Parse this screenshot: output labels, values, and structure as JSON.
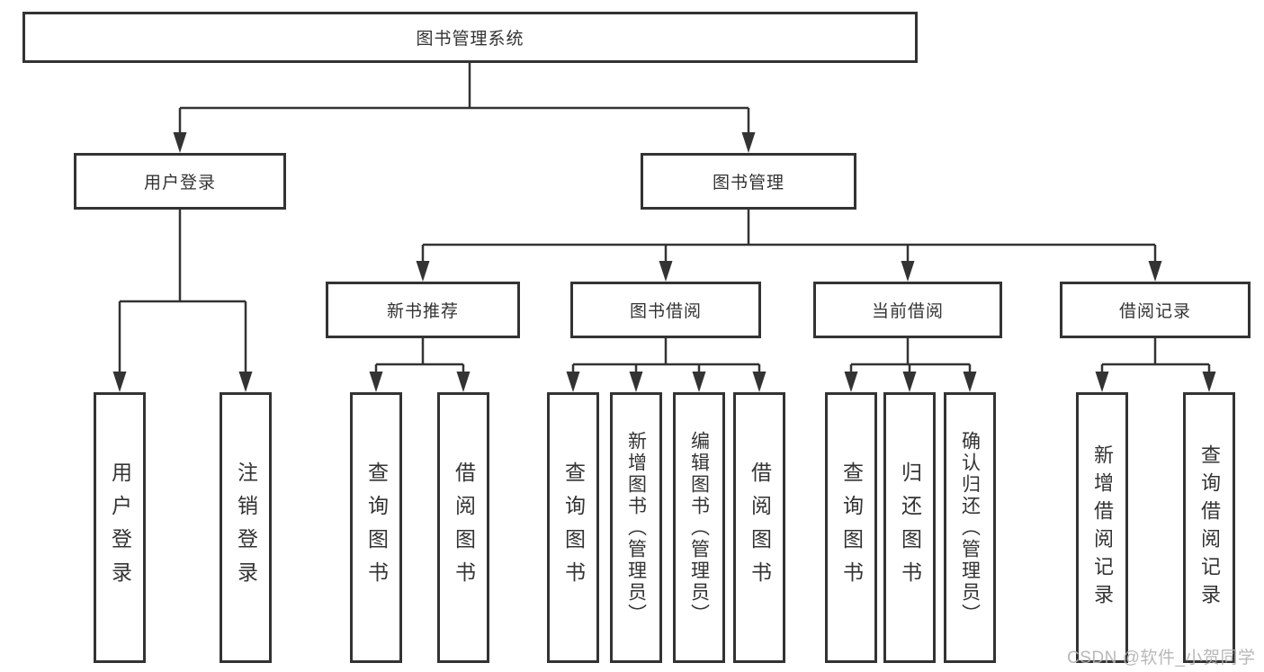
{
  "diagram": {
    "type": "hierarchy-flowchart",
    "colors": {
      "line": "#333333",
      "text": "#333333",
      "background": "#ffffff",
      "watermark": "#b2b2b2"
    },
    "nodes": {
      "root": {
        "label": "图书管理系统"
      },
      "user_login": {
        "label": "用户登录"
      },
      "book_management": {
        "label": "图书管理"
      },
      "new_book_recommend": {
        "label": "新书推荐"
      },
      "book_borrowing": {
        "label": "图书借阅"
      },
      "current_borrowing": {
        "label": "当前借阅"
      },
      "borrowing_records": {
        "label": "借阅记录"
      },
      "leaf_user_login": {
        "label": "用户登录"
      },
      "leaf_logout": {
        "label": "注销登录"
      },
      "rec_query_books": {
        "label": "查询图书"
      },
      "rec_borrow_books": {
        "label": "借阅图书"
      },
      "bor_query_books": {
        "label": "查询图书"
      },
      "bor_add_books": {
        "label": "新增图书（管理员）"
      },
      "bor_edit_books": {
        "label": "编辑图书（管理员）"
      },
      "bor_borrow_books": {
        "label": "借阅图书"
      },
      "cur_query_books": {
        "label": "查询图书"
      },
      "cur_return_books": {
        "label": "归还图书"
      },
      "cur_confirm_return": {
        "label": "确认归还（管理员）"
      },
      "his_add_record": {
        "label": "新增借阅记录"
      },
      "his_query_record": {
        "label": "查询借阅记录"
      }
    },
    "watermark": "CSDN @软件_小贺同学"
  }
}
